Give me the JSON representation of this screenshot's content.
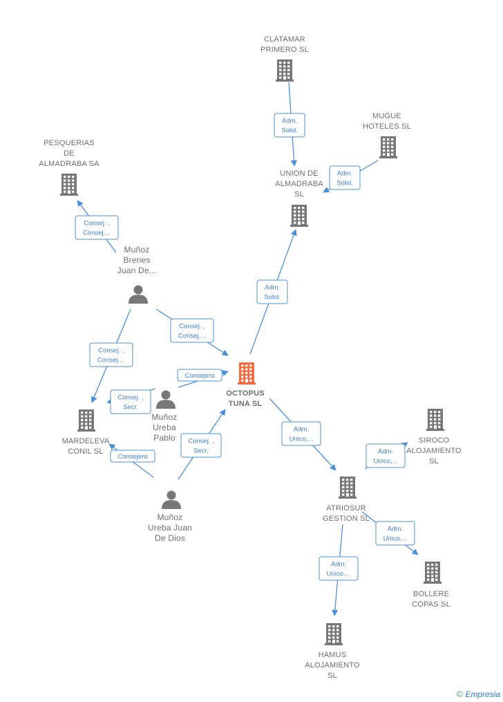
{
  "colors": {
    "company": "#777777",
    "focus": "#f26a3d",
    "person": "#777777",
    "edge": "#4a8fd8",
    "label": "#6e6e6e"
  },
  "nodes": [
    {
      "id": "clatamar",
      "type": "company",
      "lines": [
        "CLATAMAR",
        "PRIMERO  SL"
      ]
    },
    {
      "id": "mugue",
      "type": "company",
      "lines": [
        "MUGUE",
        "HOTELES  SL"
      ]
    },
    {
      "id": "union",
      "type": "company",
      "lines": [
        "UNION DE",
        "ALMADRABA",
        "SL"
      ]
    },
    {
      "id": "pesquerias",
      "type": "company",
      "lines": [
        "PESQUERIAS",
        "DE",
        "ALMADRABA SA"
      ]
    },
    {
      "id": "brenes",
      "type": "person",
      "lines": [
        "Muñoz",
        "Brenes",
        "Juan De..."
      ]
    },
    {
      "id": "octopus",
      "type": "focus",
      "lines": [
        "OCTOPUS",
        "TUNA  SL"
      ]
    },
    {
      "id": "pablo",
      "type": "person",
      "lines": [
        "Muñoz",
        "Ureba",
        "Pablo"
      ]
    },
    {
      "id": "mardeleva",
      "type": "company",
      "lines": [
        "MARDELEVA",
        "CONIL  SL"
      ]
    },
    {
      "id": "juandedios",
      "type": "person",
      "lines": [
        "Muñoz",
        "Ureba Juan",
        "De Dios"
      ]
    },
    {
      "id": "siroco",
      "type": "company",
      "lines": [
        "SIROCO",
        "ALOJAMIENTO",
        "SL"
      ]
    },
    {
      "id": "atriosur",
      "type": "company",
      "lines": [
        "ATRIOSUR",
        "GESTION  SL"
      ]
    },
    {
      "id": "bollere",
      "type": "company",
      "lines": [
        "BOLLERE",
        "COPAS  SL"
      ]
    },
    {
      "id": "hamus",
      "type": "company",
      "lines": [
        "HAMUS",
        "ALOJAMIENTO",
        "SL"
      ]
    }
  ],
  "edges": [
    {
      "from": "clatamar",
      "to": "union",
      "lines": [
        "Adm.",
        "Solid."
      ]
    },
    {
      "from": "mugue",
      "to": "union",
      "lines": [
        "Adm.",
        "Solid."
      ]
    },
    {
      "from": "octopus",
      "to": "union",
      "lines": [
        "Adm.",
        "Solid."
      ]
    },
    {
      "from": "brenes",
      "to": "pesquerias",
      "lines": [
        "Consej. ,",
        "Consej...."
      ]
    },
    {
      "from": "brenes",
      "to": "octopus",
      "lines": [
        "Consej. ,",
        "Consej...."
      ]
    },
    {
      "from": "brenes",
      "to": "mardeleva",
      "lines": [
        "Consej. ,",
        "Consej...."
      ]
    },
    {
      "from": "pablo",
      "to": "octopus",
      "lines": [
        "Consejero"
      ]
    },
    {
      "from": "pablo",
      "to": "mardeleva",
      "lines": [
        "Consej. ,",
        "Secr."
      ]
    },
    {
      "from": "juandedios",
      "to": "octopus",
      "lines": [
        "Consej. ,",
        "Secr."
      ]
    },
    {
      "from": "juandedios",
      "to": "mardeleva",
      "lines": [
        "Consejero"
      ]
    },
    {
      "from": "octopus",
      "to": "atriosur",
      "lines": [
        "Adm.",
        "Unico,..."
      ]
    },
    {
      "from": "atriosur",
      "to": "siroco",
      "lines": [
        "Adm.",
        "Unico,..."
      ]
    },
    {
      "from": "atriosur",
      "to": "bollere",
      "lines": [
        "Adm.",
        "Unico,..."
      ]
    },
    {
      "from": "atriosur",
      "to": "hamus",
      "lines": [
        "Adm.",
        "Unico,..."
      ]
    }
  ],
  "footer": {
    "copyright": "©",
    "brand": "Empresia"
  }
}
